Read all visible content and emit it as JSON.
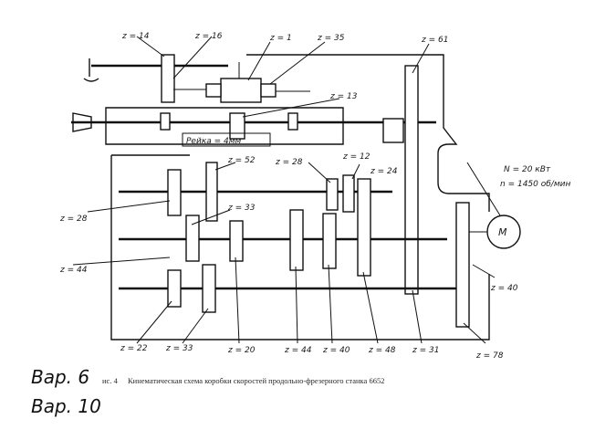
{
  "labels": {
    "z14": "z = 14",
    "z16": "z = 16",
    "z1": "z = 1",
    "z35": "z = 35",
    "z61": "z = 61",
    "z13": "z = 13",
    "rack": "Рейка = 4мм",
    "z52": "z = 52",
    "z28a": "z = 28",
    "z12": "z = 12",
    "z24": "z = 24",
    "z28b": "z = 28",
    "z33a": "z = 33",
    "z44a": "z = 44",
    "z40a": "z = 40",
    "z22": "z = 22",
    "z33b": "z = 33",
    "z20": "z = 20",
    "z44b": "z = 44",
    "z40b": "z = 40",
    "z48": "z = 48",
    "z31": "z = 31",
    "z78": "z = 78"
  },
  "motor": {
    "symbol": "M",
    "power": "N = 20 кВт",
    "speed": "n = 1450 об/мин"
  },
  "caption": {
    "number": "ис. 4",
    "text": "Кинематическая схема коробки скоростей продольно-фрезерного станка 6652"
  },
  "handwriting": {
    "line1": "Вар. 6",
    "line2": "Вар. 10"
  }
}
